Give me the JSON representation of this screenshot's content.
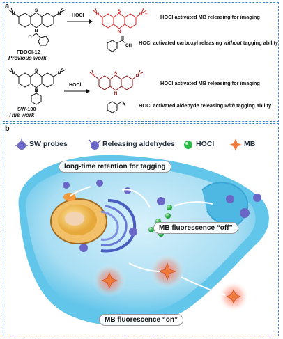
{
  "panel_a": {
    "label": "a",
    "previous": {
      "compound": "FDOCI-12",
      "caption": "Previous work",
      "reagent": "HOCl",
      "product1_text": "HOCl activated MB releasing for imaging",
      "product2_pre": "HOCl activated carboxyl releasing ",
      "product2_em": "without",
      "product2_post": " tagging ability",
      "acid_label": "OH"
    },
    "current": {
      "compound": "SW-100",
      "caption": "This work",
      "reagent": "HOCl",
      "product1_text": "HOCl activated MB releasing for imaging",
      "product2_pre": "HOCl activated aldehyde releasing ",
      "product2_em": "with",
      "product2_post": " tagging ability"
    },
    "atoms": {
      "N": "N",
      "S": "S",
      "O": "O"
    }
  },
  "panel_b": {
    "label": "b",
    "legend": [
      {
        "icon": "sw-probe-icon",
        "label": "SW probes"
      },
      {
        "icon": "releasing-aldehyde-icon",
        "label": "Releasing aldehydes"
      },
      {
        "icon": "hocl-icon",
        "label": "HOCl"
      },
      {
        "icon": "mb-icon",
        "label": "MB"
      }
    ],
    "callouts": {
      "retention": "long-time retention for tagging",
      "off": "MB fluorescence “off”",
      "on": "MB fluorescence “on”"
    }
  },
  "colors": {
    "border": "#4a80c8",
    "red_mb": "#d42020",
    "probe_blue": "#6b67c6",
    "hocl_green": "#2db84a",
    "mb_orange": "#f07a3a",
    "cell_blue": "#62c5ea"
  }
}
